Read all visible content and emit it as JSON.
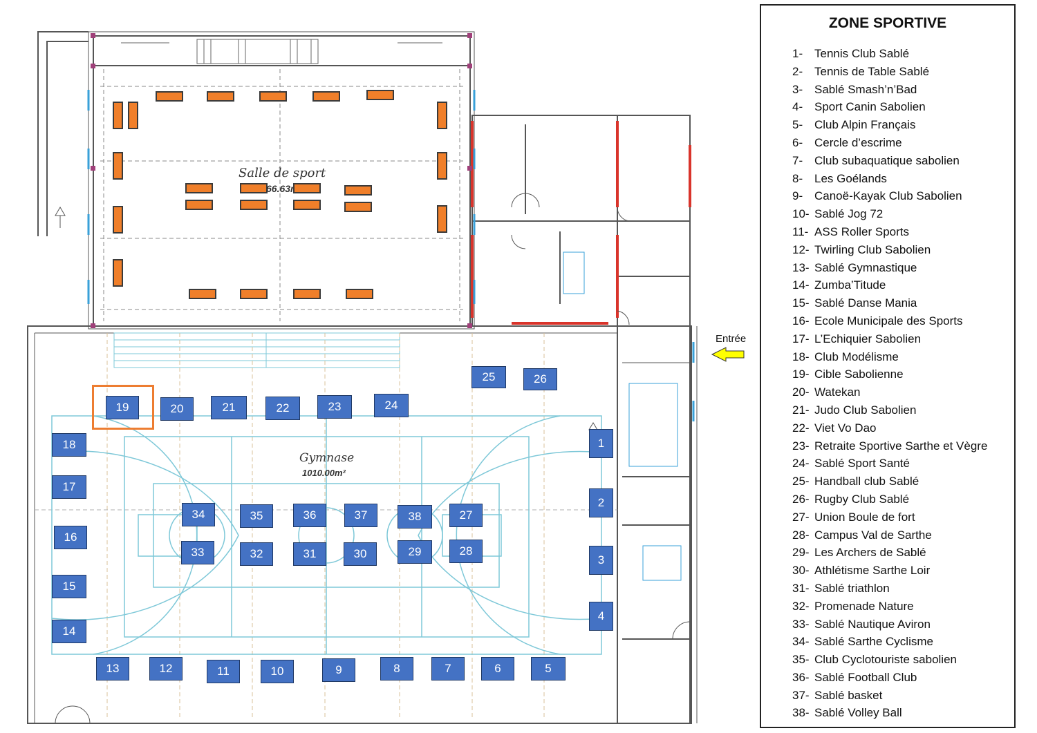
{
  "legend": {
    "title": "ZONE SPORTIVE",
    "items": [
      {
        "num": "1-",
        "name": "Tennis Club Sablé"
      },
      {
        "num": "2-",
        "name": "Tennis de Table Sablé"
      },
      {
        "num": "3-",
        "name": "Sablé Smash’n’Bad"
      },
      {
        "num": "4-",
        "name": "Sport Canin Sabolien"
      },
      {
        "num": "5-",
        "name": "Club Alpin Français"
      },
      {
        "num": "6-",
        "name": "Cercle d’escrime"
      },
      {
        "num": "7-",
        "name": "Club subaquatique sabolien"
      },
      {
        "num": "8-",
        "name": "Les Goélands"
      },
      {
        "num": "9-",
        "name": "Canoë-Kayak Club Sabolien"
      },
      {
        "num": "10-",
        "name": "Sablé Jog 72"
      },
      {
        "num": "11-",
        "name": "ASS Roller Sports"
      },
      {
        "num": "12-",
        "name": "Twirling Club Sabolien"
      },
      {
        "num": "13-",
        "name": "Sablé Gymnastique"
      },
      {
        "num": "14-",
        "name": "Zumba’Titude"
      },
      {
        "num": "15-",
        "name": "Sablé Danse Mania"
      },
      {
        "num": "16-",
        "name": "Ecole Municipale des Sports"
      },
      {
        "num": "17-",
        "name": "L’Echiquier Sabolien"
      },
      {
        "num": "18-",
        "name": "Club Modélisme"
      },
      {
        "num": "19-",
        "name": "Cible Sabolienne"
      },
      {
        "num": "20-",
        "name": "Watekan"
      },
      {
        "num": "21-",
        "name": "Judo Club Sabolien"
      },
      {
        "num": "22-",
        "name": "Viet Vo Dao"
      },
      {
        "num": "23-",
        "name": "Retraite Sportive Sarthe et Vègre"
      },
      {
        "num": "24-",
        "name": "Sablé Sport Santé"
      },
      {
        "num": "25-",
        "name": "Handball club Sablé"
      },
      {
        "num": "26-",
        "name": "Rugby Club Sablé"
      },
      {
        "num": "27-",
        "name": "Union Boule de fort"
      },
      {
        "num": "28-",
        "name": "Campus Val de Sarthe"
      },
      {
        "num": "29-",
        "name": "Les Archers de Sablé"
      },
      {
        "num": "30-",
        "name": "Athlétisme Sarthe Loir"
      },
      {
        "num": "31-",
        "name": "Sablé triathlon"
      },
      {
        "num": "32-",
        "name": "Promenade Nature"
      },
      {
        "num": "33-",
        "name": "Sablé Nautique Aviron"
      },
      {
        "num": "34-",
        "name": "Sablé Sarthe Cyclisme"
      },
      {
        "num": "35-",
        "name": "Club Cyclotouriste sabolien"
      },
      {
        "num": "36-",
        "name": "Sablé Football Club"
      },
      {
        "num": "37-",
        "name": "Sablé basket"
      },
      {
        "num": "38-",
        "name": "Sablé Volley Ball"
      }
    ]
  },
  "plan": {
    "salle_label": "Salle de sport",
    "salle_area": "66.63m²",
    "gymnase_label": "Gymnase",
    "gymnase_area": "1010.00m²",
    "entree_label": "Entrée",
    "highlighted_booth": "19",
    "booths": [
      "1",
      "2",
      "3",
      "4",
      "5",
      "6",
      "7",
      "8",
      "9",
      "10",
      "11",
      "12",
      "13",
      "14",
      "15",
      "16",
      "17",
      "18",
      "19",
      "20",
      "21",
      "22",
      "23",
      "24",
      "25",
      "26",
      "27",
      "28",
      "29",
      "30",
      "31",
      "32",
      "33",
      "34",
      "35",
      "36",
      "37",
      "38"
    ]
  },
  "colors": {
    "booth": "#4472c4",
    "table": "#f07f2a",
    "court_lines": "#7ec8d8",
    "walls": "#555555",
    "red_walls": "#d9342b",
    "highlight": "#ed7d31",
    "arrow": "#ffff00"
  }
}
